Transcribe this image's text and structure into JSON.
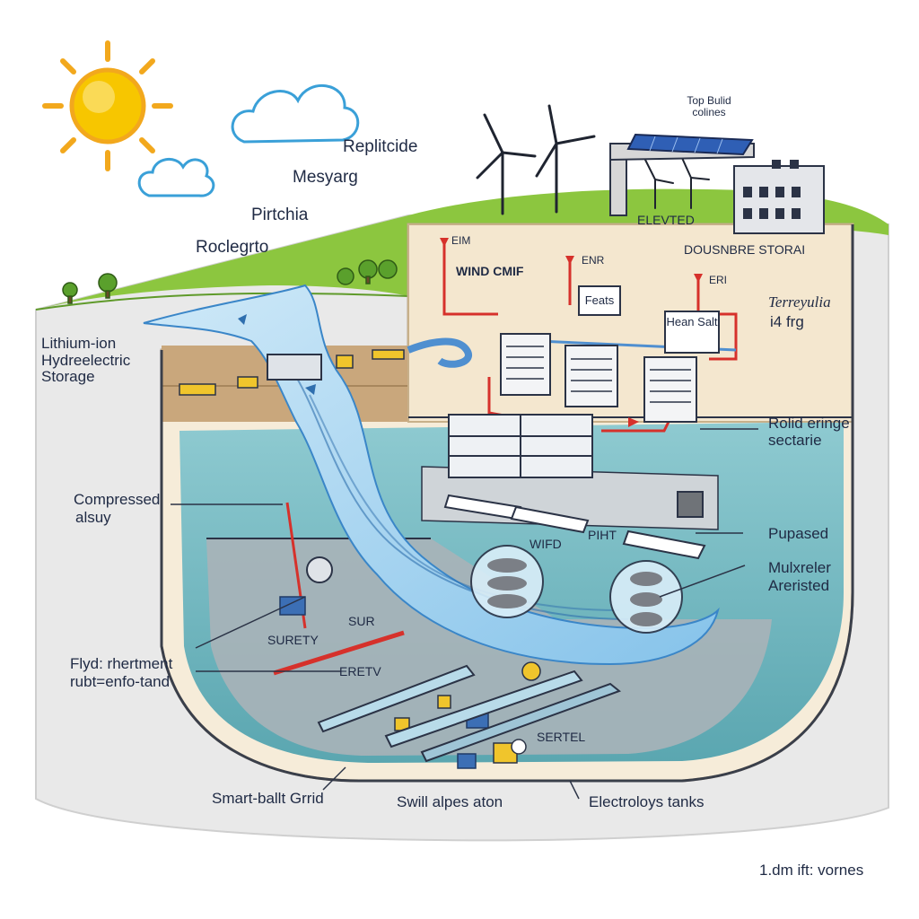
{
  "diagram": {
    "top_labels": {
      "roof_note": "Top Bulid colines",
      "replitcide": "Replitcide",
      "mesyarg": "Mesyarg",
      "pirtchia": "Pirtchia",
      "roclegrto": "Roclegrto"
    },
    "left_labels": {
      "lithium": "Lithium-ion Hydreelectric Storage",
      "compressed_line1": "Compressed",
      "compressed_line2": "alsuy",
      "flyd_line1": "Flyd: rhertment",
      "flyd_line2": "rubt=enfo-tand"
    },
    "right_labels": {
      "terrerulia_line1": "Terreyulia",
      "terrerulia_line2": "i4 frg",
      "rolid_line1": "Rolid eringe",
      "rolid_line2": "sectarie",
      "pupased": "Pupased",
      "mulxreler_line1": "Mulxreler",
      "mulxreler_line2": "Areristed"
    },
    "bottom_labels": {
      "smart_grid": "Smart-ballt Grrid",
      "swill": "Swill alpes aton",
      "electrolysis": "Electroloys tanks",
      "corner_note": "1.dm ift: vornes"
    },
    "inner_labels": {
      "elevted": "ELEVTED",
      "dousnebre": "DOUSNBRE STORAI",
      "wind_cmif": "WIND CMIF",
      "eim": "EIM",
      "enr": "ENR",
      "eri": "ERI",
      "feats": "Feats",
      "heat_salt": "Hean Salt",
      "wifd": "WIFD",
      "piht": "PIHT",
      "sur": "SUR",
      "surety": "SURETY",
      "eretv": "ERETV",
      "sertel": "SERTEL"
    },
    "colors": {
      "sky_sun": "#f7c600",
      "sun_ray": "#f2a81d",
      "grass": "#8cc63f",
      "water": "#8fc8ea",
      "deep_water": "#5fb1c2",
      "soil": "#c9a77c",
      "pipe_red": "#d6312b",
      "pipe_blue": "#4f8fd0",
      "outline": "#2b3346"
    },
    "icons": [
      "sun-icon",
      "cloud-icon",
      "wind-turbine-icon",
      "solar-panel-icon",
      "building-icon",
      "battery-rack-icon",
      "tree-icon",
      "turbine-pump-icon"
    ]
  }
}
